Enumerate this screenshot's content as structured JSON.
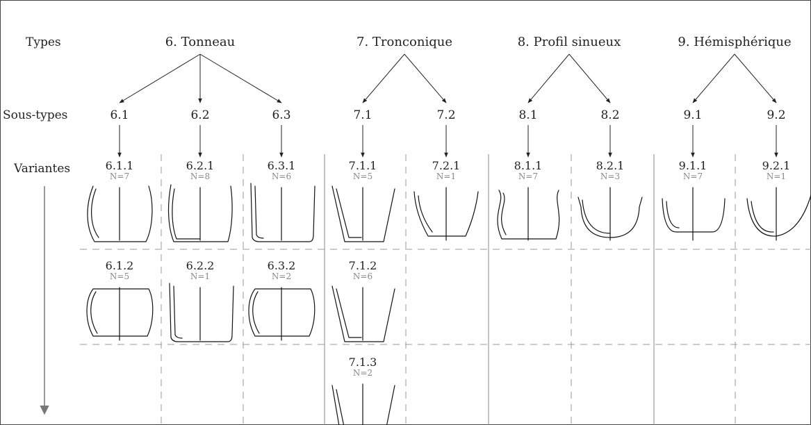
{
  "row_labels": {
    "types": "Types",
    "sous_types": "Sous-types",
    "variantes": "Variantes"
  },
  "types": [
    {
      "id": "6",
      "label": "6. Tonneau",
      "subtypes": [
        "6.1",
        "6.2",
        "6.3"
      ]
    },
    {
      "id": "7",
      "label": "7. Tronconique",
      "subtypes": [
        "7.1",
        "7.2"
      ]
    },
    {
      "id": "8",
      "label": "8. Profil sinueux",
      "subtypes": [
        "8.1",
        "8.2"
      ]
    },
    {
      "id": "9",
      "label": "9. Hémisphérique",
      "subtypes": [
        "9.1",
        "9.2"
      ]
    }
  ],
  "subtypes": [
    "6.1",
    "6.2",
    "6.3",
    "7.1",
    "7.2",
    "8.1",
    "8.2",
    "9.1",
    "9.2"
  ],
  "variants": [
    {
      "code": "6.1.1",
      "n": "N=7",
      "subtype": "6.1",
      "row": 0,
      "shape": "barrel"
    },
    {
      "code": "6.2.1",
      "n": "N=8",
      "subtype": "6.2",
      "row": 0,
      "shape": "barrel-tall"
    },
    {
      "code": "6.3.1",
      "n": "N=6",
      "subtype": "6.3",
      "row": 0,
      "shape": "barrel-straight"
    },
    {
      "code": "7.1.1",
      "n": "N=5",
      "subtype": "7.1",
      "row": 0,
      "shape": "cone"
    },
    {
      "code": "7.2.1",
      "n": "N=1",
      "subtype": "7.2",
      "row": 0,
      "shape": "cone-wide"
    },
    {
      "code": "8.1.1",
      "n": "N=7",
      "subtype": "8.1",
      "row": 0,
      "shape": "sinuous"
    },
    {
      "code": "8.2.1",
      "n": "N=3",
      "subtype": "8.2",
      "row": 0,
      "shape": "sinuous-low"
    },
    {
      "code": "9.1.1",
      "n": "N=7",
      "subtype": "9.1",
      "row": 0,
      "shape": "hemi"
    },
    {
      "code": "9.2.1",
      "n": "N=1",
      "subtype": "9.2",
      "row": 0,
      "shape": "hemi-open"
    },
    {
      "code": "6.1.2",
      "n": "N=5",
      "subtype": "6.1",
      "row": 1,
      "shape": "barrel-low"
    },
    {
      "code": "6.2.2",
      "n": "N=1",
      "subtype": "6.2",
      "row": 1,
      "shape": "barrel-straight"
    },
    {
      "code": "6.3.2",
      "n": "N=2",
      "subtype": "6.3",
      "row": 1,
      "shape": "barrel-low"
    },
    {
      "code": "7.1.2",
      "n": "N=6",
      "subtype": "7.1",
      "row": 1,
      "shape": "cone"
    },
    {
      "code": "7.1.3",
      "n": "N=2",
      "subtype": "7.1",
      "row": 2,
      "shape": "cone-low"
    }
  ]
}
